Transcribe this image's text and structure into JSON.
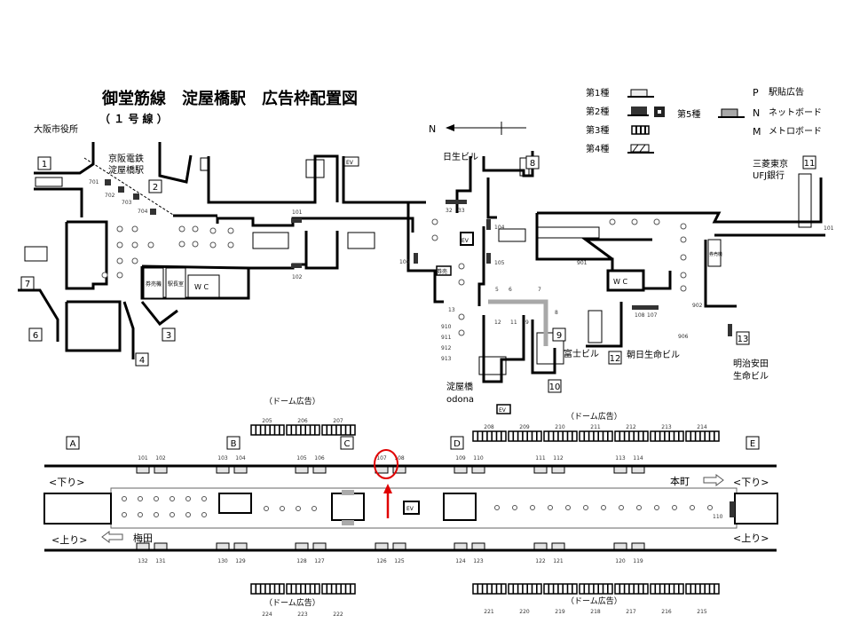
{
  "title": "御堂筋線　淀屋橋駅　広告枠配置図",
  "subtitle": "（ １ 号 線 ）",
  "colors": {
    "highlight": "#e00000",
    "type2": "#333333",
    "type5": "#a8a8a8"
  },
  "legend": {
    "types": [
      "第1種",
      "第2種",
      "第3種",
      "第4種"
    ],
    "type5": "第5種",
    "codes": [
      {
        "letter": "P",
        "label": "駅貼広告"
      },
      {
        "letter": "N",
        "label": "ネットボード"
      },
      {
        "letter": "M",
        "label": "メトロボード"
      }
    ]
  },
  "compass": "N",
  "places": {
    "city_hall": "大阪市役所",
    "keihan_1": "京阪電鉄",
    "keihan_2": "淀屋橋駅",
    "nissei": "日生ビル",
    "ufj_1": "三菱東京",
    "ufj_2": "UFJ銀行",
    "fuji": "富士ビル",
    "asahi": "朝日生命ビル",
    "meiji_1": "明治安田",
    "meiji_2": "生命ビル",
    "odona_1": "淀屋橋",
    "odona_2": "odona"
  },
  "rooms": {
    "wc": "W C",
    "ticket": "券売機",
    "station_master": "駅長室",
    "ev": "EV",
    "ticket_small": "券売"
  },
  "exits": [
    "1",
    "2",
    "3",
    "4",
    "6",
    "7",
    "8",
    "9",
    "10",
    "11",
    "12",
    "13"
  ],
  "concourse_ads": [
    "701",
    "702",
    "703",
    "704",
    "101",
    "102",
    "106",
    "32",
    "33",
    "104",
    "105",
    "5",
    "6",
    "7",
    "8",
    "12",
    "11",
    "9",
    "13",
    "910",
    "911",
    "912",
    "913",
    "901",
    "902",
    "108",
    "107",
    "906",
    "101"
  ],
  "platform": {
    "blocks": [
      "A",
      "B",
      "C",
      "D",
      "E"
    ],
    "down_label": "<下り>",
    "up_label": "<上り>",
    "umeda": "梅田",
    "honmachi": "本町",
    "dome_label": "（ドーム広告）",
    "top_ads": [
      "101",
      "102",
      "103",
      "104",
      "105",
      "106",
      "107",
      "108",
      "109",
      "110",
      "111",
      "112",
      "113",
      "114"
    ],
    "bottom_ads": [
      "132",
      "131",
      "130",
      "129",
      "128",
      "127",
      "126",
      "125",
      "124",
      "123",
      "122",
      "121",
      "120",
      "119"
    ],
    "dome_top": [
      "205",
      "206",
      "207",
      "208",
      "209",
      "210",
      "211",
      "212",
      "213",
      "214"
    ],
    "dome_bottom": [
      "224",
      "223",
      "222",
      "221",
      "220",
      "219",
      "218",
      "217",
      "216",
      "215"
    ],
    "end_ad": "110",
    "highlighted_ad": "107"
  }
}
